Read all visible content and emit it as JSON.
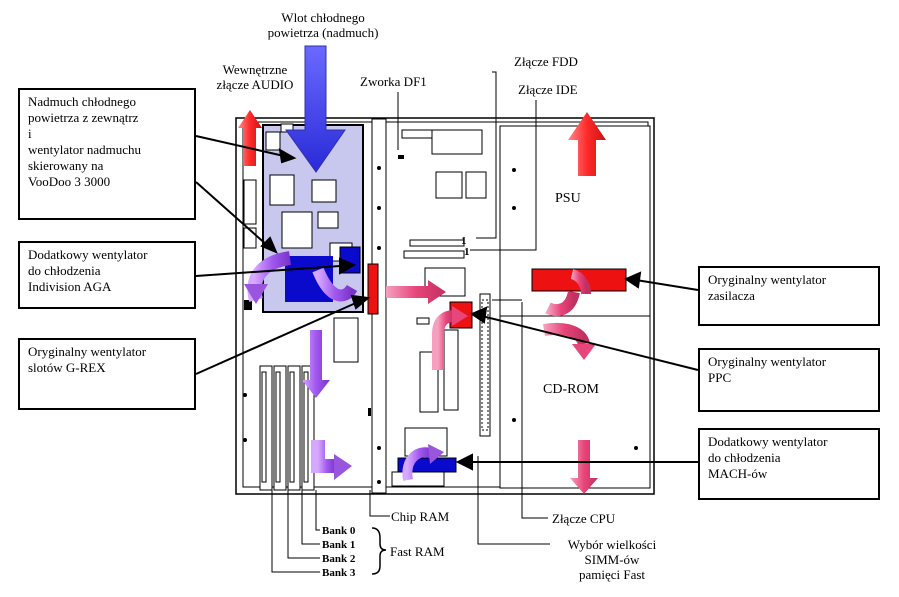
{
  "labels": {
    "cold_air_inlet": "Wlot chłodnego\npowietrza (nadmuch)",
    "internal_audio": "Wewnętrzne\nzłącze AUDIO",
    "df1_jumper": "Zworka DF1",
    "fdd_connector": "Złącze FDD",
    "ide_connector": "Złącze IDE",
    "psu": "PSU",
    "cdrom": "CD-ROM",
    "chip_ram": "Chip RAM",
    "bank0": "Bank 0",
    "bank1": "Bank 1",
    "bank2": "Bank 2",
    "bank3": "Bank 3",
    "fast_ram": "Fast RAM",
    "cpu_connector": "Złącze CPU",
    "simm_size": "Wybór wielkości\nSIMM-ów\npamięci Fast",
    "pin1_a": "1",
    "pin1_b": "1"
  },
  "callouts": {
    "voodoo_fan": "Nadmuch chłodnego\npowietrza z zewnątrz\ni\nwentylator nadmuchu\nskierowany na\nVooDoo 3 3000",
    "indivision_fan": "Dodatkowy wentylator\ndo chłodzenia\nIndivision AGA",
    "grex_fan": "Oryginalny wentylator\nslotów G-REX",
    "psu_fan": "Oryginalny wentylator\nzasilacza",
    "ppc_fan": "Oryginalny wentylator\nPPC",
    "mach_fan": "Dodatkowy wentylator\ndo chłodzenia\nMACH-ów"
  },
  "colors": {
    "red_fan": "#ee1111",
    "blue_fan": "#0a0acc",
    "intake_arrow": "#4444ee",
    "exhaust_arrow": "#ff4444",
    "flow_pink": "#e8457a",
    "flow_purple": "#9955dd",
    "card_fill": "#c8c8ee"
  }
}
